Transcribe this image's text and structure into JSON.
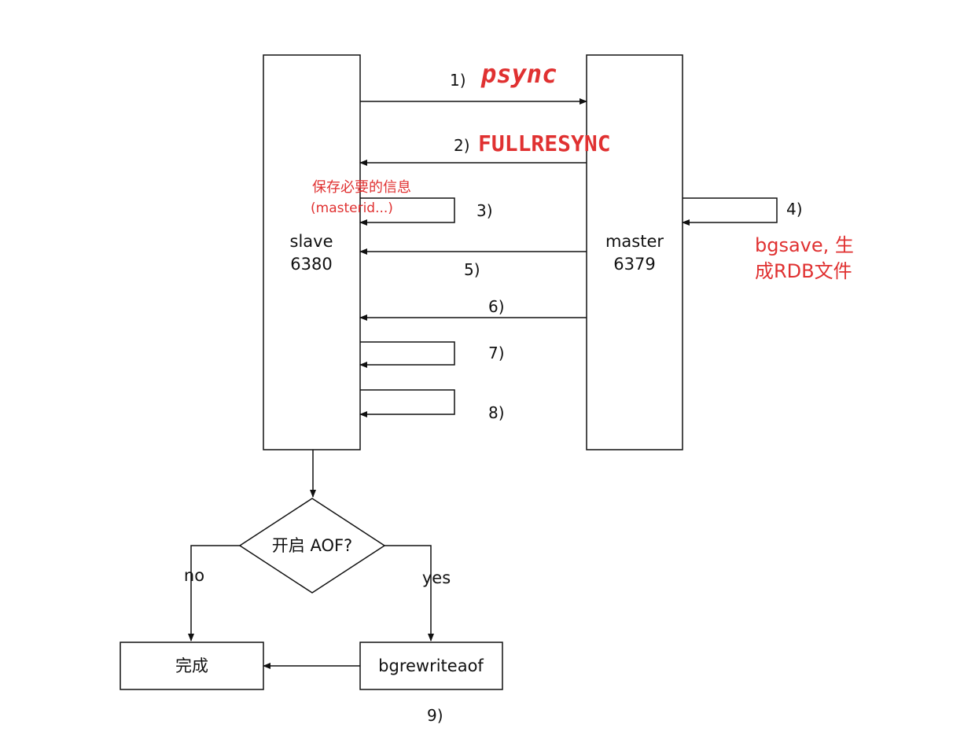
{
  "nodes": {
    "slave": {
      "line1": "slave",
      "line2": "6380"
    },
    "master": {
      "line1": "master",
      "line2": "6379"
    },
    "decision": "开启 AOF?",
    "done": "完成",
    "bgrewrite": "bgrewriteaof"
  },
  "steps": {
    "s1": "1)",
    "s2": "2)",
    "s3": "3)",
    "s4": "4)",
    "s5": "5)",
    "s6": "6)",
    "s7": "7)",
    "s8": "8)",
    "s9": "9)"
  },
  "branches": {
    "no": "no",
    "yes": "yes"
  },
  "annotations": {
    "psync": "psync",
    "fullresync": "FULLRESYNC",
    "save_info_line1": "保存必要的信息",
    "save_info_line2": "(masterid...)",
    "bgsave_line1": "bgsave, 生",
    "bgsave_line2": "成RDB文件"
  },
  "colors": {
    "annotation": "#e03131",
    "stroke": "#111111",
    "background": "#ffffff"
  }
}
